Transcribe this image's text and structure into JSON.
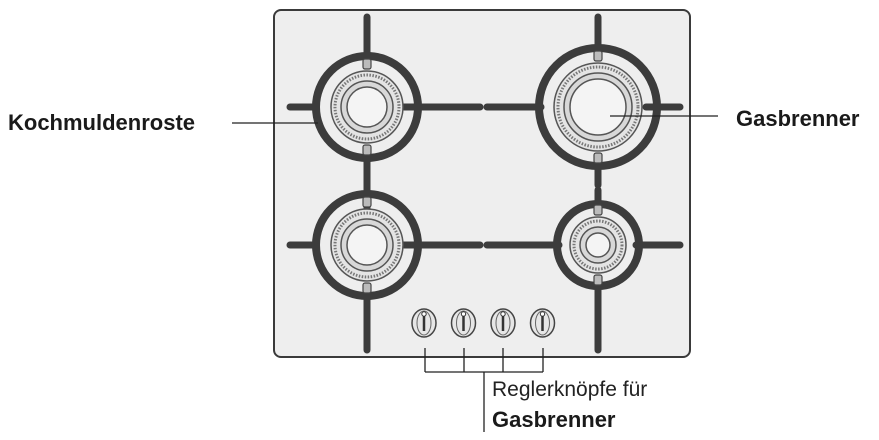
{
  "labels": {
    "left": "Kochmuldenroste",
    "right": "Gasbrenner",
    "bottom_line1": "Reglerknöpfe für",
    "bottom_line2": "Gasbrenner"
  },
  "colors": {
    "panel_fill": "#eeeeee",
    "panel_stroke": "#3a3a3a",
    "grate": "#3c3c3c",
    "burner_stroke": "#555555",
    "leader": "#222222"
  },
  "knob_count": 4
}
